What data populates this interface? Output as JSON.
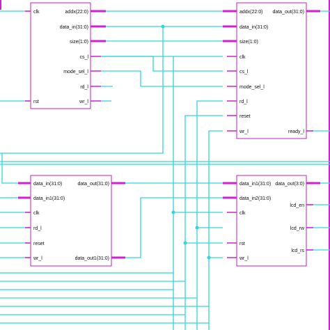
{
  "colors": {
    "block": "#c61fc6",
    "pin": "#d11fd1",
    "wire": "#2fd6dc",
    "text": "#111111"
  },
  "blocks": {
    "tl": {
      "left": [
        "clk",
        "rst"
      ],
      "right": [
        "addx(22:0)",
        "data_in(31:0)",
        "size(1:0)",
        "cs_l",
        "mode_sel_l",
        "rd_l",
        "wr_l"
      ]
    },
    "tr": {
      "left": [
        "addx(22:0)",
        "data_in(31:0)",
        "size(1:0)",
        "clk",
        "cs_l",
        "mode_sel_l",
        "rd_l",
        "reset",
        "wr_l"
      ],
      "right": [
        "data_out(31:0)",
        "ready_l"
      ]
    },
    "bl": {
      "left": [
        "data_in(31:0)",
        "data_in1(31:0)",
        "clk",
        "rd_l",
        "reset",
        "wr_l"
      ],
      "right": [
        "data_out(31:0)",
        "data_out1(31:0)"
      ]
    },
    "br": {
      "left": [
        "data_in1(31:0)",
        "data_in2(31:0)",
        "clk",
        "rst",
        "wr_l"
      ],
      "right": [
        "data_out(3:0)",
        "lcd_en",
        "lcd_rw",
        "lcd_rs"
      ]
    }
  }
}
